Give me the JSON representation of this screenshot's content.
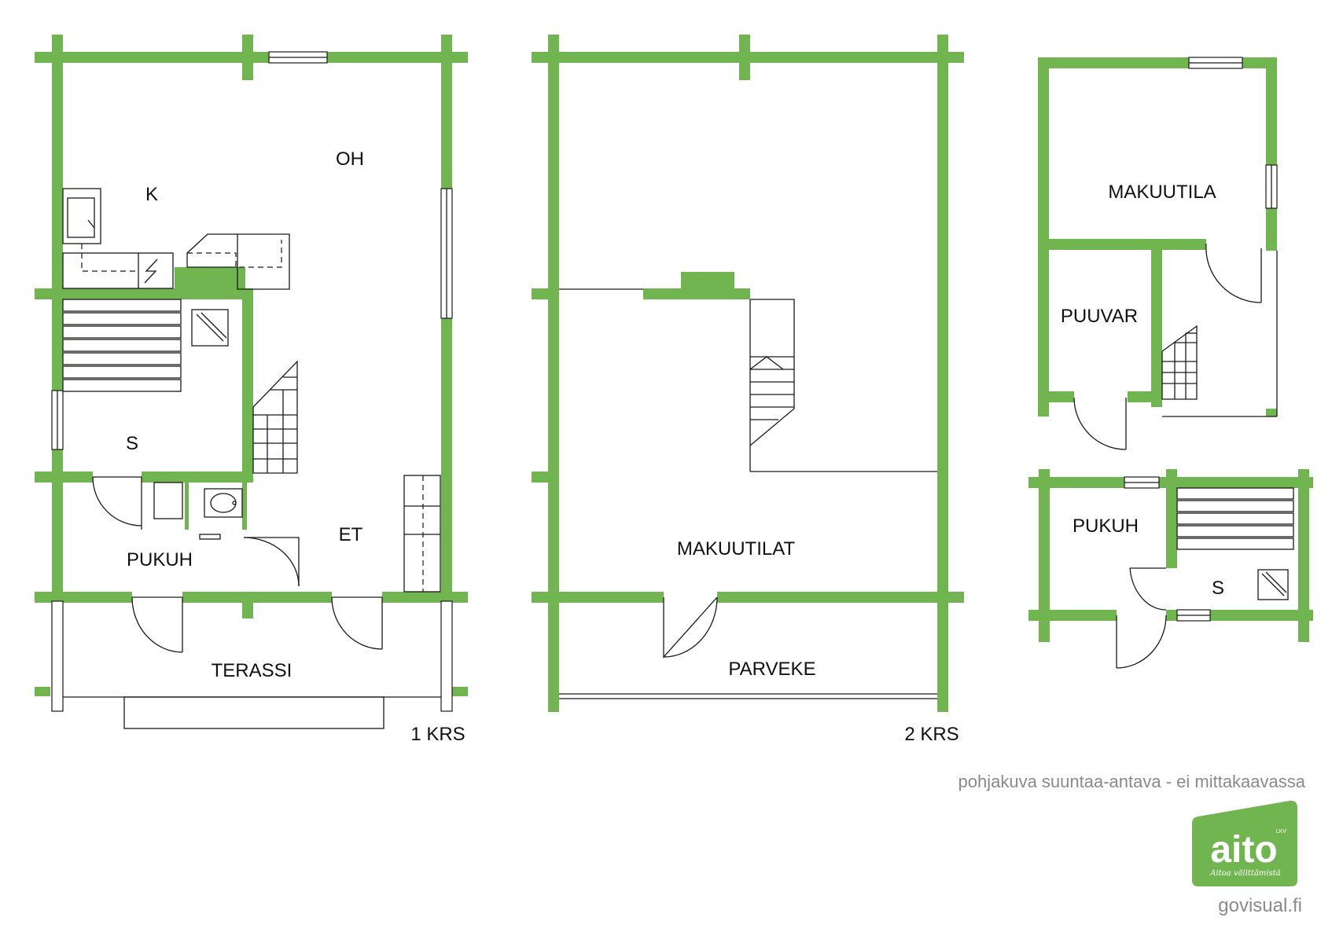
{
  "floor_1": {
    "title": "1 KRS",
    "rooms": {
      "kitchen": "K",
      "living": "OH",
      "sauna": "S",
      "dressing": "PUKUH",
      "hall": "ET",
      "terrace": "TERASSI"
    }
  },
  "floor_2": {
    "title": "2 KRS",
    "rooms": {
      "bedrooms": "MAKUUTILAT",
      "balcony": "PARVEKE"
    }
  },
  "outbuilding": {
    "rooms": {
      "bedroom": "MAKUUTILA",
      "storage": "PUUVAR",
      "dressing": "PUKUH",
      "sauna": "S"
    }
  },
  "disclaimer": "pohjakuva suuntaa-antava - ei mittakaavassa",
  "brand": {
    "logo_text": "aito",
    "logo_tag": "LKV",
    "slogan": "Aitoa välittämistä",
    "credit": "govisual.fi",
    "logo_color": "#71b550"
  },
  "colors": {
    "walls": "#71b550",
    "lines": "#1a1a1a"
  }
}
